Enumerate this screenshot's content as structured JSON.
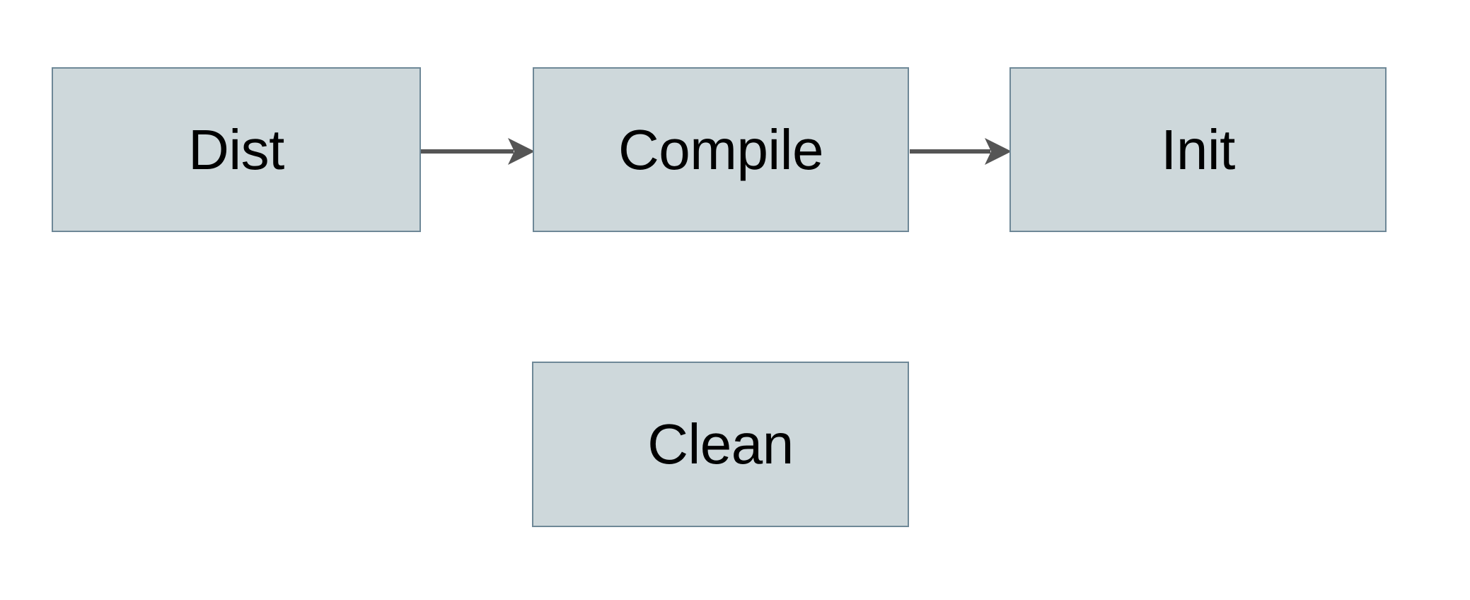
{
  "diagram": {
    "type": "flowchart",
    "orientation": "left-to-right",
    "background_color": "#ffffff",
    "node_fill_color": "#ced8db",
    "node_border_color": "#6e8897",
    "edge_color": "#555555",
    "label_color": "#000000",
    "nodes": [
      {
        "id": "dist",
        "label": "Dist"
      },
      {
        "id": "compile",
        "label": "Compile"
      },
      {
        "id": "init",
        "label": "Init"
      },
      {
        "id": "clean",
        "label": "Clean"
      }
    ],
    "edges": [
      {
        "id": "dist-compile",
        "from": "Dist",
        "to": "Compile",
        "label": "",
        "arrowhead": "solid-triangle"
      },
      {
        "id": "compile-init",
        "from": "Compile",
        "to": "Init",
        "label": "",
        "arrowhead": "solid-triangle"
      }
    ]
  }
}
